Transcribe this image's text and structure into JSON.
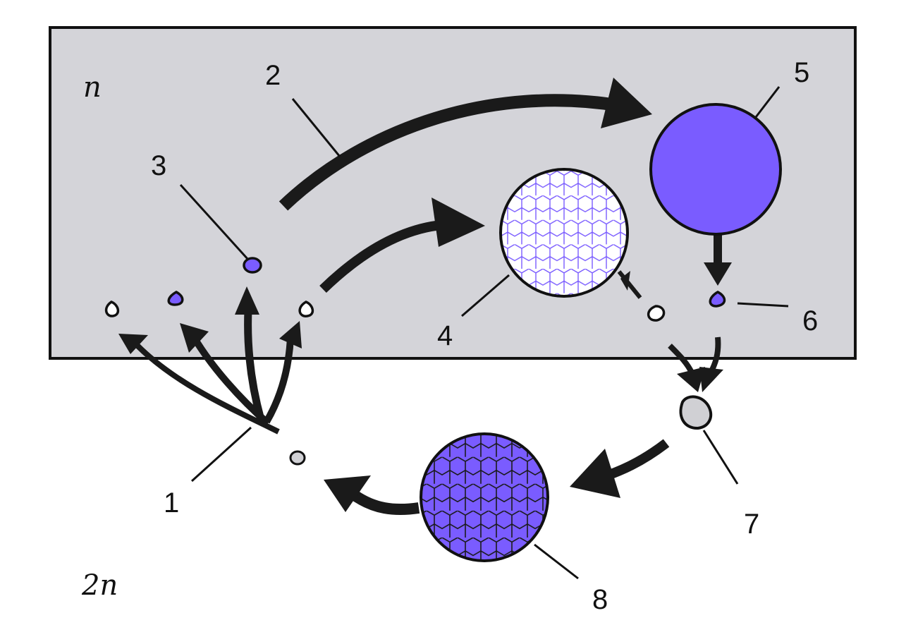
{
  "labels": {
    "n": "n",
    "two_n": "2n",
    "l1": "1",
    "l2": "2",
    "l3": "3",
    "l4": "4",
    "l5": "5",
    "l6": "6",
    "l7": "7",
    "l8": "8"
  },
  "colors": {
    "box_fill": "#d4d4d9",
    "purple": "#7a5cff",
    "outline": "#111111",
    "arrow": "#1a1a1a",
    "grey_cell": "#d0d0d4",
    "white": "#ffffff"
  }
}
